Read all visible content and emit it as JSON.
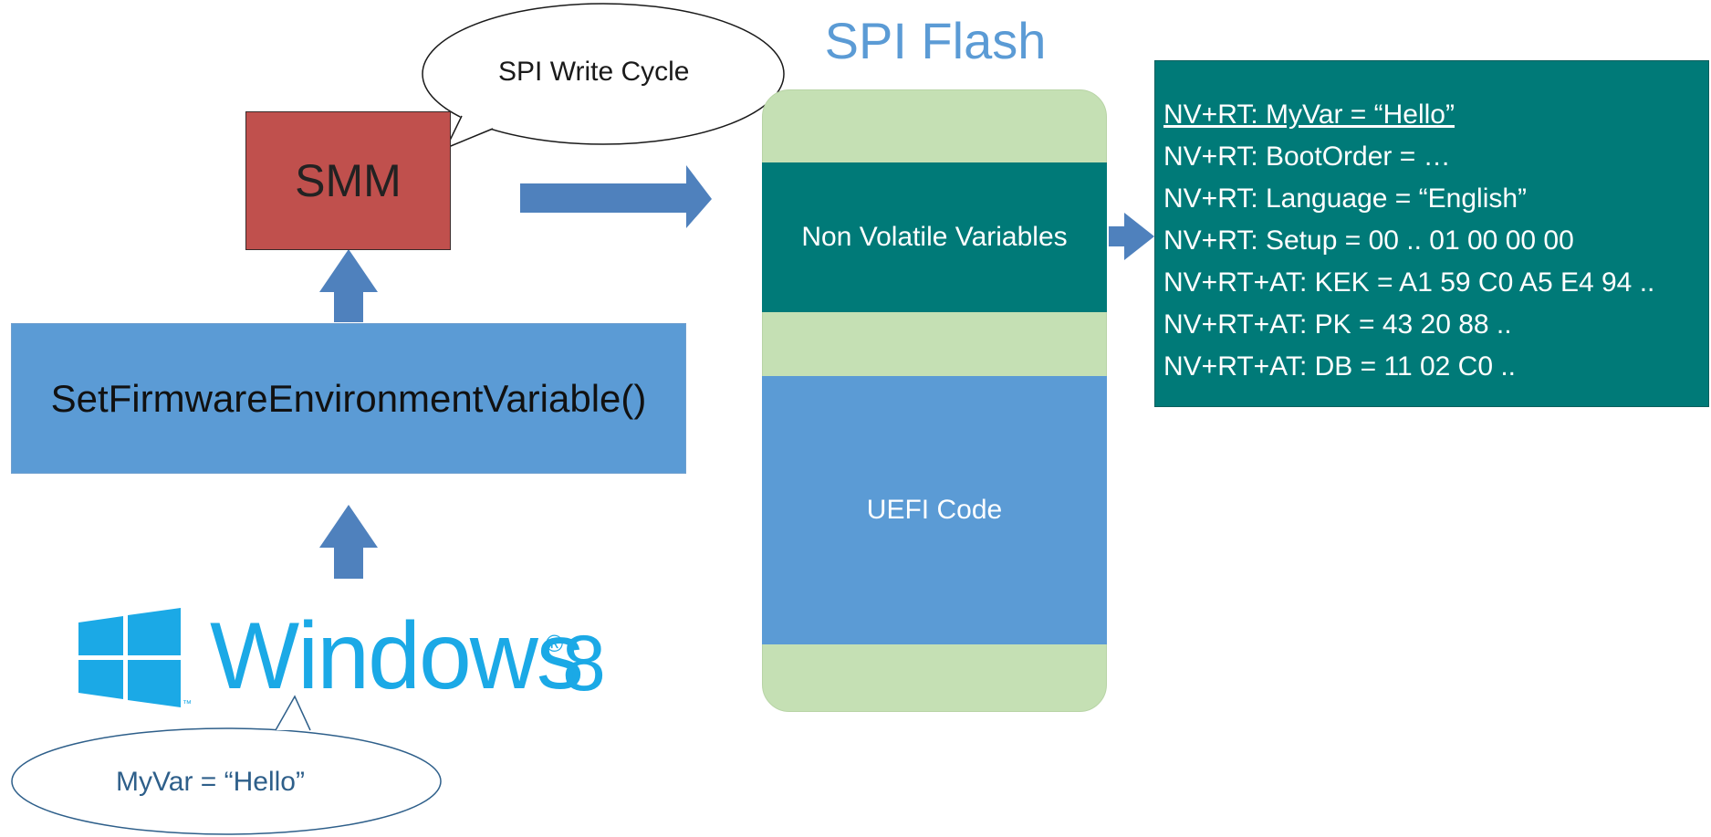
{
  "smm": {
    "label": "SMM"
  },
  "setfw": {
    "label": "SetFirmwareEnvironmentVariable()"
  },
  "spi_write": {
    "label": "SPI Write Cycle"
  },
  "spi_flash": {
    "title": "SPI Flash",
    "nv_label": "Non Volatile Variables",
    "uefi_label": "UEFI Code"
  },
  "variables": [
    "NV+RT: MyVar = “Hello”",
    "NV+RT: BootOrder = …",
    "NV+RT: Language = “English”",
    "NV+RT: Setup = 00 .. 01 00 00 00",
    "NV+RT+AT: KEK = A1 59 C0 A5 E4 94 ..",
    "NV+RT+AT: PK = 43 20 88 ..",
    "NV+RT+AT: DB = 11 02 C0 .."
  ],
  "windows": {
    "name": "Windows",
    "version": "8",
    "tm": "™"
  },
  "myvar_bubble": {
    "label": "MyVar = “Hello”"
  },
  "colors": {
    "smm": "#c0504d",
    "blue": "#5b9bd5",
    "teal": "#007a78",
    "flash_green": "#c5e0b4",
    "arrow": "#4f81bd",
    "windows_blue": "#1ba9e6"
  }
}
